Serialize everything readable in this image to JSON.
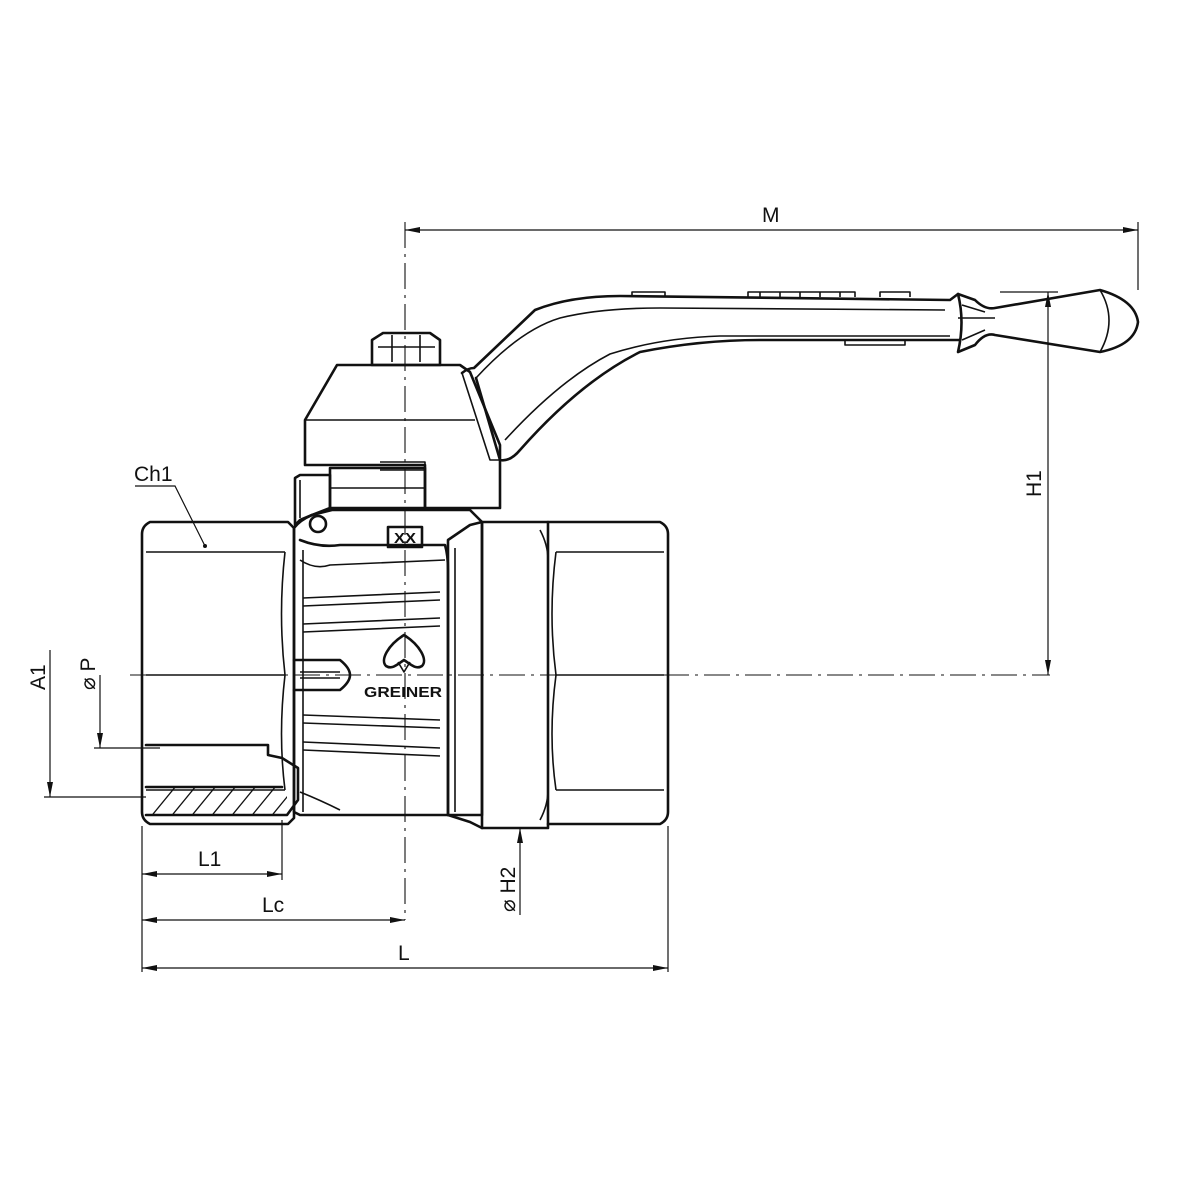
{
  "dimensions": {
    "M": "M",
    "H1": "H1",
    "Ch1": "Ch1",
    "A1": "A1",
    "P": "⌀ P",
    "L1": "L1",
    "Lc": "Lc",
    "L": "L",
    "H2": "⌀ H2"
  },
  "markings": {
    "brand": "GREINER",
    "body_stamp": "XX"
  },
  "colors": {
    "line": "#111111",
    "background": "#ffffff"
  }
}
